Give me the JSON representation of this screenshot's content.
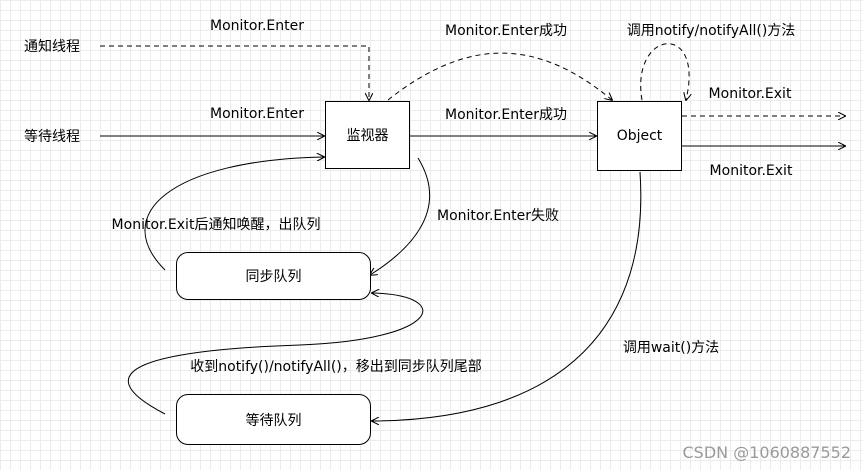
{
  "nodes": {
    "monitor": "监视器",
    "object": "Object",
    "sync_queue": "同步队列",
    "wait_queue": "等待队列"
  },
  "actors": {
    "notify_thread": "通知线程",
    "wait_thread": "等待线程"
  },
  "labels": {
    "notify_enter": "Monitor.Enter",
    "wait_enter": "Monitor.Enter",
    "enter_success_top": "Monitor.Enter成功",
    "enter_success_mid": "Monitor.Enter成功",
    "call_notify": "调用notify/notifyAll()方法",
    "exit_top": "Monitor.Exit",
    "exit_bottom": "Monitor.Exit",
    "exit_wake": "Monitor.Exit后通知唤醒，出队列",
    "enter_fail": "Monitor.Enter失败",
    "call_wait": "调用wait()方法",
    "notify_move": "收到notify()/notifyAll()，移出到同步队列尾部"
  },
  "watermark": "CSDN @1060887552"
}
